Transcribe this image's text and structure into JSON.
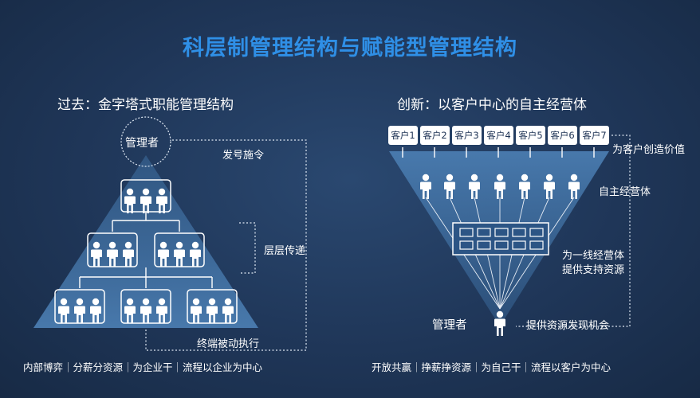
{
  "title": "科层制管理结构与赋能型管理结构",
  "left": {
    "subtitle": "过去：金字塔式职能管理结构",
    "manager": "管理者",
    "command": "发号施令",
    "relay": "层层传递",
    "execute": "终端被动执行",
    "footer": "内部博弈｜分薪分资源｜为企业干｜流程以企业为中心"
  },
  "right": {
    "subtitle": "创新：以客户中心的自主经营体",
    "customers": [
      "客户1",
      "客户2",
      "客户3",
      "客户4",
      "客户5",
      "客户6",
      "客户7"
    ],
    "value": "为客户创造价值",
    "units": "自主经营体",
    "support_line1": "为一线经营体",
    "support_line2": "提供支持资源",
    "manager": "管理者",
    "discover": "提供资源发现机会",
    "footer": "开放共赢｜挣薪挣资源｜为自己干｜流程以客户为中心"
  },
  "colors": {
    "title": "#2f8fe6",
    "background": "#1f3556",
    "shape": "#3a6a9c"
  }
}
